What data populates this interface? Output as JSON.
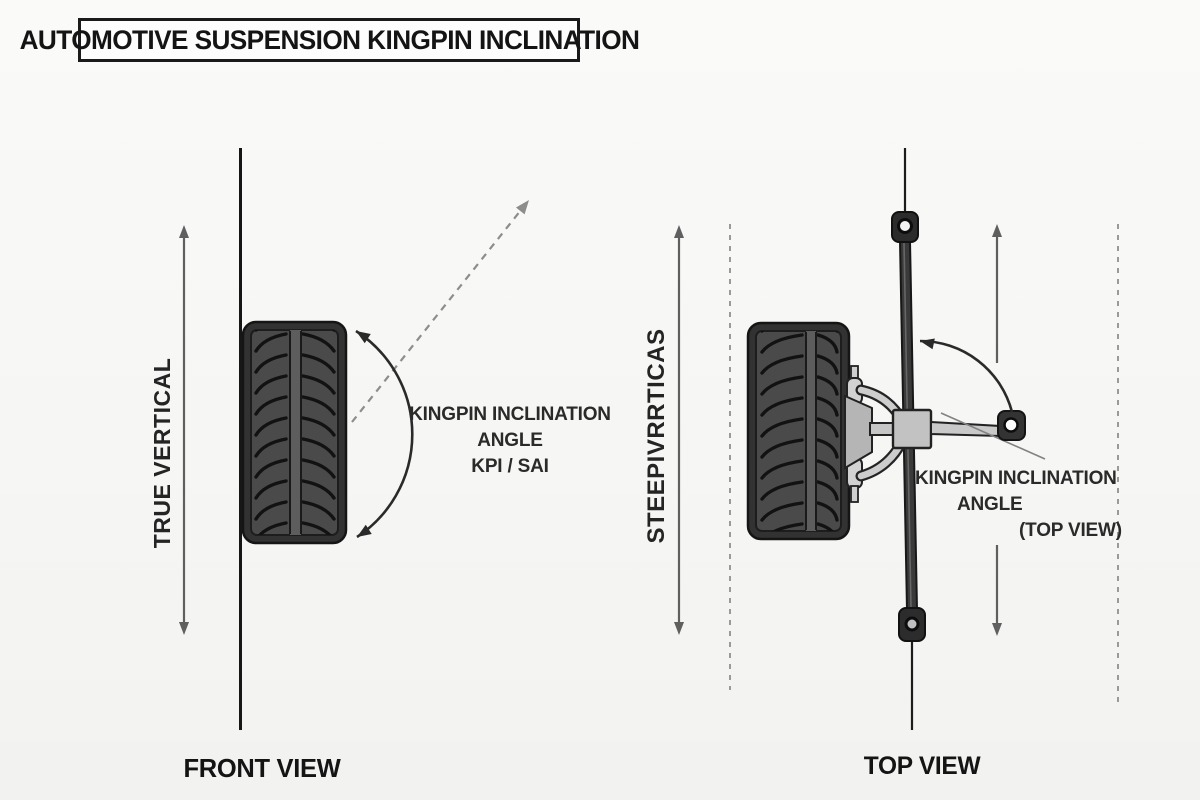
{
  "title": "AUTOMOTIVE SUSPENSION KINGPIN INCLINATION",
  "front_view": {
    "caption": "FRONT VIEW",
    "vertical_axis_label": "TRUE VERTICAL",
    "angle_label": {
      "line1": "KINGPIN INCLINATION",
      "line2": "ANGLE",
      "line3": "KPI / SAI"
    }
  },
  "top_view": {
    "caption": "TOP VIEW",
    "vertical_axis_label": "STEEPIVRRTICAS",
    "angle_label": {
      "line1": "KINGPIN INCLINATION",
      "line2": "ANGLE",
      "line3": "(TOP VIEW)"
    }
  },
  "colors": {
    "background": "#f7f7f5",
    "ink": "#1c1c1c",
    "arrow_gray": "#5f5f5f",
    "dashed_gray": "#9a9a9a",
    "tire_body": "#4a4a4a",
    "tire_sidewall": "#323232",
    "tread_groove": "#121212",
    "hardware_gray": "#c6c6c6",
    "bar_dark": "#3a3a3a"
  }
}
